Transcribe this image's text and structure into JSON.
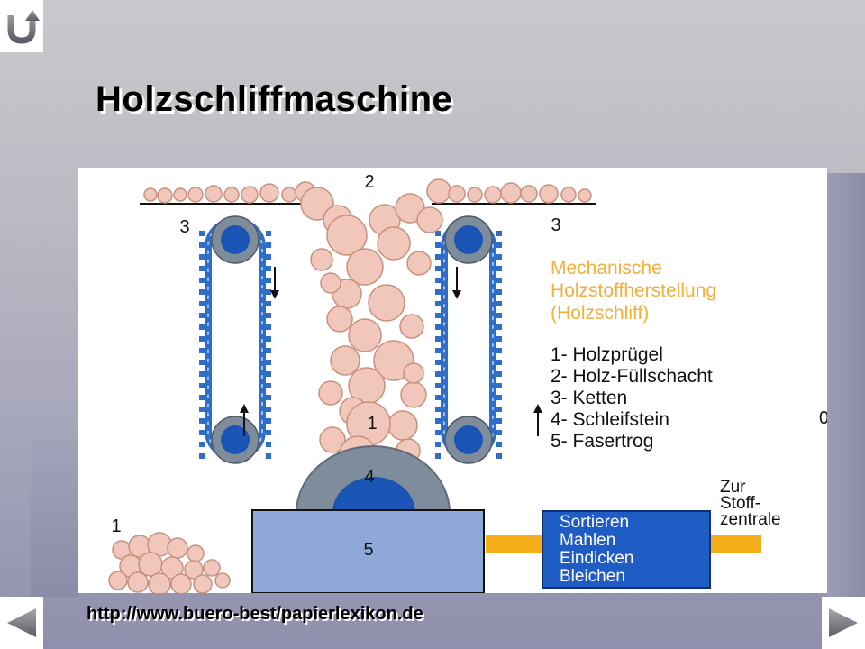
{
  "slide": {
    "title": "Holzschliffmaschine",
    "url": "http://www.buero-best/papierlexikon.de"
  },
  "navigation": {
    "return_icon": "return-u-icon",
    "prev_icon": "triangle-left-icon",
    "next_icon": "triangle-right-icon"
  },
  "diagram": {
    "labels": {
      "fill_shaft": "2",
      "chain_left": "3",
      "chain_right": "3",
      "log": "1",
      "grindstone": "4",
      "trough": "5",
      "log_pile": "1",
      "cut_off_edge": "0"
    },
    "heading_lines": [
      "Mechanische",
      "Holzstoffherstellung",
      "(Holzschliff)"
    ],
    "legend": [
      "1- Holzprügel",
      "2- Holz-Füllschacht",
      "3- Ketten",
      "4- Schleifstein",
      "5- Fasertrog"
    ],
    "process_box_lines": [
      "Sortieren",
      "Mahlen",
      "Eindicken",
      "Bleichen"
    ],
    "destination_lines": [
      "Zur",
      "Stoff-",
      "zentrale"
    ],
    "colors": {
      "log_fill": "#f2c7bb",
      "log_stroke": "#c8907e",
      "chain_blue": "#2f6ec6",
      "sprocket_dark": "#1a55b6",
      "sprocket_gray": "#7f8c9c",
      "trough_fill": "#8fa8da",
      "process_box_fill": "#1f5cc4",
      "pipe_orange": "#f6ae1a",
      "heading_orange": "#f5ae3a"
    }
  }
}
